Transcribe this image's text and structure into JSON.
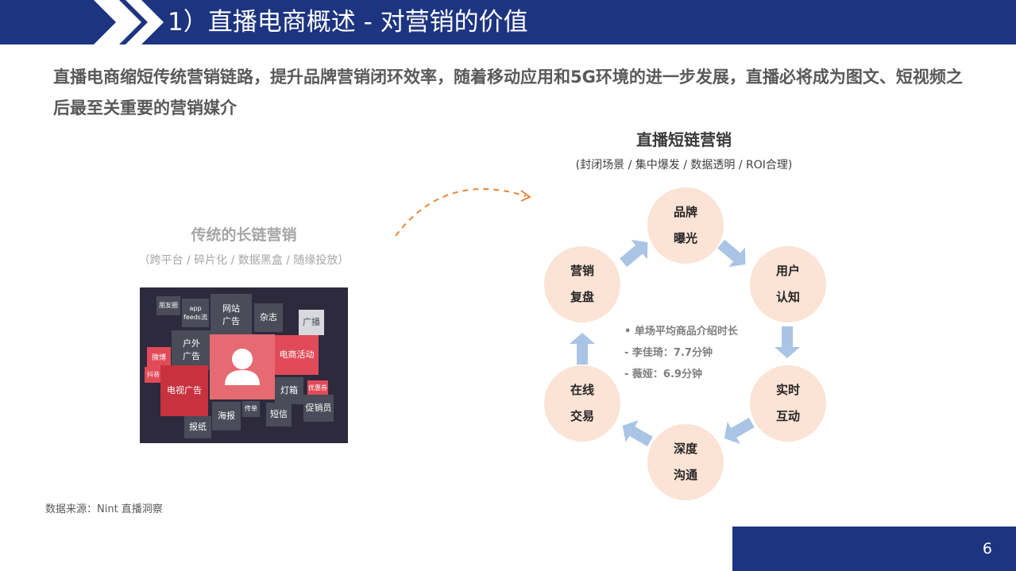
{
  "header": {
    "title": "1）直播电商概述 - 对营销的价值"
  },
  "intro": "直播电商缩短传统营销链路，提升品牌营销闭环效率，随着移动应用和5G环境的进一步发展，直播必将成为图文、短视频之后最至关重要的营销媒介",
  "traditional": {
    "title": "传统的长链营销",
    "subtitle": "（跨平台 / 碎片化 / 数据黑盒 / 随缘投放）",
    "tiles": [
      "朋友圈",
      "app\nfeeds流",
      "网站\n广告",
      "杂志",
      "广播",
      "户外\n广告",
      "电商活动",
      "微博",
      "抖音",
      "电视广告",
      "灯箱",
      "优惠券",
      "海报",
      "传单",
      "短信",
      "促销员",
      "报纸"
    ]
  },
  "live": {
    "title": "直播短链营销",
    "subtitle": "(封闭场景 / 集中爆发 / 数据透明 / ROI合理)",
    "steps": [
      {
        "line1": "品牌",
        "line2": "曝光"
      },
      {
        "line1": "用户",
        "line2": "认知"
      },
      {
        "line1": "实时",
        "line2": "互动"
      },
      {
        "line1": "深度",
        "line2": "沟通"
      },
      {
        "line1": "在线",
        "line2": "交易"
      },
      {
        "line1": "营销",
        "line2": "复盘"
      }
    ],
    "bullets": [
      "•  单场平均商品介绍时长",
      "-  李佳琦：7.7分钟",
      "-  薇娅：6.9分钟"
    ]
  },
  "source": "数据来源：Nint 直播洞察",
  "page_number": "6",
  "colors": {
    "navy": "#1d3480",
    "peach": "#fbe3d5",
    "arrow_blue": "#a9c4e4",
    "dashed_arrow": "#e8883a",
    "tile_red": "#e14a58"
  }
}
